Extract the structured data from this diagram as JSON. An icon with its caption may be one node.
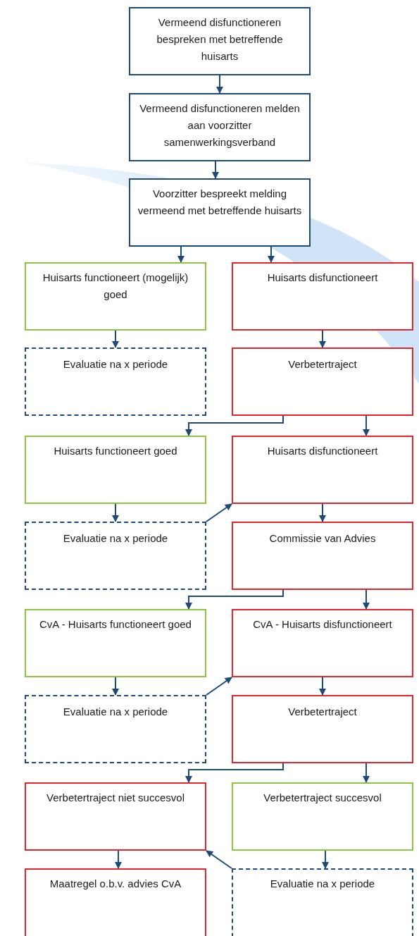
{
  "diagram": {
    "nodes": [
      {
        "text": [
          "Vermeend disfunctioneren bespreken met betreffende huisarts"
        ]
      },
      {
        "text": [
          "Vermeend disfunctioneren melden aan voorzitter samenwerkingsverband"
        ]
      },
      {
        "text": [
          "Voorzitter bespreekt melding vermeend met betreffende huisarts"
        ]
      },
      {
        "text": [
          "Huisarts functioneert (mogelijk) goed"
        ]
      },
      {
        "text": [
          "Huisarts disfunctioneert"
        ]
      },
      {
        "text": [
          "Evaluatie na x periode"
        ]
      },
      {
        "text": [
          "Verbetertraject"
        ]
      },
      {
        "text": [
          "Huisarts functioneert goed"
        ]
      },
      {
        "text": [
          "Huisarts disfunctioneert"
        ]
      },
      {
        "text": [
          "Evaluatie na x periode"
        ]
      },
      {
        "text": [
          "Commissie van Advies"
        ]
      },
      {
        "text": [
          "CvA - Huisarts functioneert goed"
        ]
      },
      {
        "text": [
          "CvA - Huisarts disfunctioneert"
        ]
      },
      {
        "text": [
          "Evaluatie na x periode"
        ]
      },
      {
        "text": [
          "Verbetertraject"
        ]
      },
      {
        "text": [
          "Verbetertraject niet succesvol"
        ]
      },
      {
        "text": [
          "Verbetertraject succesvol"
        ]
      },
      {
        "text": [
          "Maatregel o.b.v. advies CvA"
        ]
      },
      {
        "text": [
          "Evaluatie na x periode"
        ]
      }
    ],
    "edges": [
      {
        "from": 0,
        "to": 1,
        "arrow": "to"
      },
      {
        "from": 1,
        "to": 2,
        "arrow": "to"
      },
      {
        "from": 2,
        "to": 3,
        "arrow": "to"
      },
      {
        "from": 2,
        "to": 4,
        "arrow": "to"
      },
      {
        "from": 3,
        "to": 5,
        "arrow": "to"
      },
      {
        "from": 4,
        "to": 6,
        "arrow": "to"
      },
      {
        "from": 6,
        "to": 7,
        "arrow": "to"
      },
      {
        "from": 6,
        "to": 8,
        "arrow": "to"
      },
      {
        "from": 7,
        "to": 9,
        "arrow": "to"
      },
      {
        "from": 9,
        "to": 8,
        "arrow": "to"
      },
      {
        "from": 8,
        "to": 10,
        "arrow": "to"
      },
      {
        "from": 10,
        "to": 11,
        "arrow": "to"
      },
      {
        "from": 10,
        "to": 12,
        "arrow": "to"
      },
      {
        "from": 11,
        "to": 13,
        "arrow": "to"
      },
      {
        "from": 13,
        "to": 12,
        "arrow": "to"
      },
      {
        "from": 12,
        "to": 14,
        "arrow": "to"
      },
      {
        "from": 14,
        "to": 15,
        "arrow": "to"
      },
      {
        "from": 14,
        "to": 16,
        "arrow": "to"
      },
      {
        "from": 15,
        "to": 17,
        "arrow": "to"
      },
      {
        "from": 18,
        "to": 15,
        "arrow": "to"
      },
      {
        "from": 16,
        "to": 18,
        "arrow": "to"
      }
    ]
  }
}
